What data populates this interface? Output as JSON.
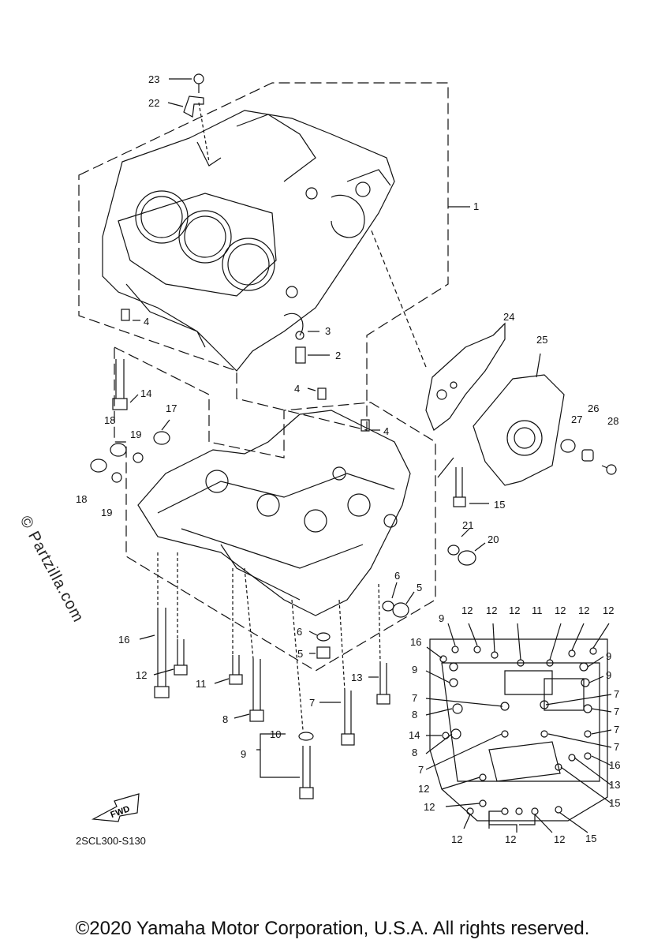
{
  "watermark": "© Partzilla.com",
  "diagram_code": "2SCL300-S130",
  "copyright": "©2020 Yamaha Motor Corporation, U.S.A. All rights reserved.",
  "fwd_label": "FWD",
  "callouts": {
    "c23": "23",
    "c22": "22",
    "c1": "1",
    "c4a": "4",
    "c3": "3",
    "c2": "2",
    "c24": "24",
    "c25": "25",
    "c14a": "14",
    "c4b": "4",
    "c4c": "4",
    "c18a": "18",
    "c17": "17",
    "c19a": "19",
    "c27": "27",
    "c26": "26",
    "c28": "28",
    "c18b": "18",
    "c19b": "19",
    "c15a": "15",
    "c21": "21",
    "c20": "20",
    "c6a": "6",
    "c5a": "5",
    "c16a": "16",
    "c6b": "6",
    "c5b": "5",
    "c12a": "12",
    "c11a": "11",
    "c13a": "13",
    "c7a": "7",
    "c8a": "8",
    "c10": "10",
    "c9a": "9",
    "r9a": "9",
    "r12a": "12",
    "r12b": "12",
    "r12c": "12",
    "r11": "11",
    "r12d": "12",
    "r12e": "12",
    "r12f": "12",
    "r16a": "16",
    "r9b": "9",
    "r9c": "9",
    "r9d": "9",
    "r7a": "7",
    "r7b": "7",
    "r8a": "8",
    "r7c": "7",
    "r14": "14",
    "r8b": "8",
    "r7d": "7",
    "r7e": "7",
    "r7f": "7",
    "r16b": "16",
    "r13": "13",
    "r12g": "12",
    "r15a": "15",
    "r12h": "12",
    "r12i": "12",
    "r12j": "12",
    "r12k": "12",
    "r15b": "15"
  }
}
